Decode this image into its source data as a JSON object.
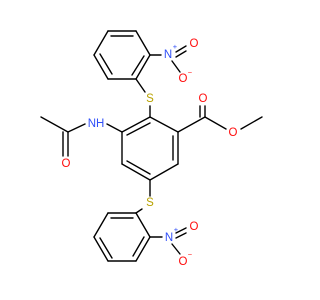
{
  "colors": {
    "bond": "#000000",
    "carbon": "#000000",
    "oxygen": "#ff0d0d",
    "nitrogen": "#3050f8",
    "sulfur": "#b8a200"
  },
  "atom_labels": {
    "sulfur_top": "S",
    "sulfur_bottom": "S",
    "nitro_top_n": "N",
    "nitro_top_o_right": "O",
    "nitro_top_o_down": "O",
    "nitro_bottom_n": "N",
    "nitro_bottom_o_right": "O",
    "nitro_bottom_o_down": "O",
    "amide_nh": "NH",
    "amide_o": "O",
    "ester_o_carbonyl": "O",
    "ester_o_ether": "O"
  },
  "charges": {
    "nitro_top_n": "+",
    "nitro_top_o": "−",
    "nitro_bottom_n": "+",
    "nitro_bottom_o": "−"
  }
}
